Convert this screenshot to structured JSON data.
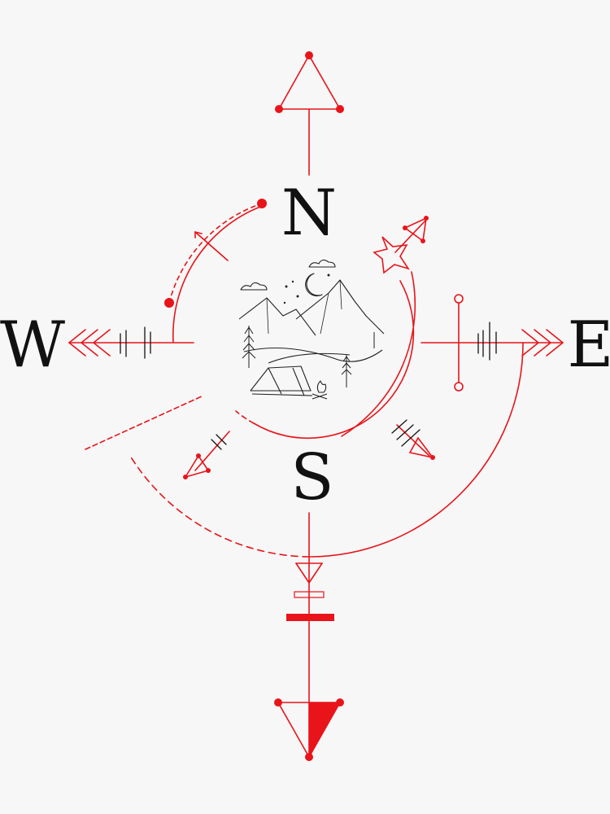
{
  "compass": {
    "north": "N",
    "south": "S",
    "east": "E",
    "west": "W"
  },
  "colors": {
    "accent": "#e8141a",
    "ink": "#111111",
    "background": "#f7f7f7"
  },
  "icons": {
    "center": "mountain-camp-icon",
    "north_arrow": "triangle-arrow-north-icon",
    "south_arrow": "triangle-arrow-south-icon",
    "star": "star-outline-icon",
    "moon": "crescent-moon-icon",
    "tent": "tent-icon",
    "campfire": "campfire-icon"
  }
}
